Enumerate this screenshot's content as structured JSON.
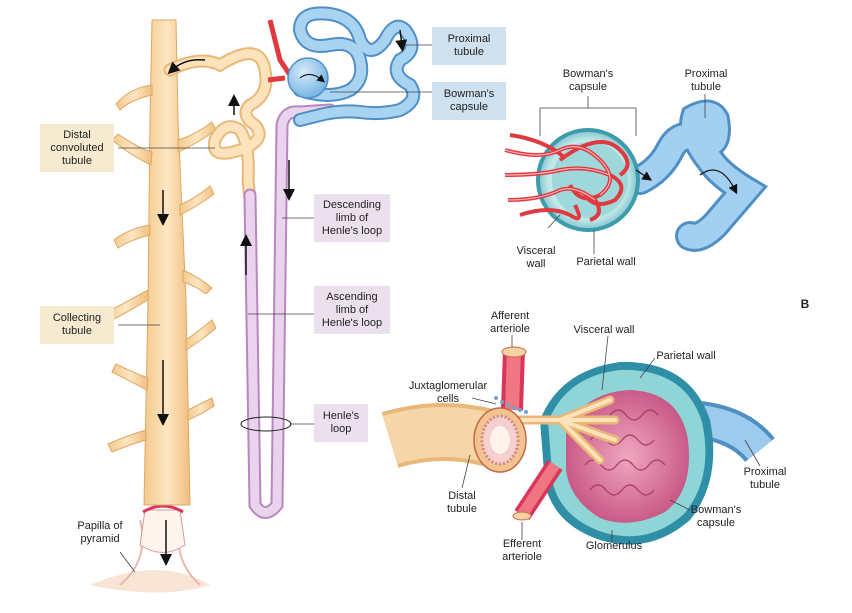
{
  "colors": {
    "collecting_fill": "#f9d9a7",
    "collecting_stroke": "#e0a760",
    "henle_fill": "#e3c7e6",
    "henle_stroke": "#b987bf",
    "proximal_fill": "#8fc3e8",
    "proximal_stroke": "#4f8fc4",
    "artery_red": "#e0393f",
    "capsule_teal": "#7fcfd2",
    "glomerulus_pink": "#d8678f",
    "label_box_tan": "#f6ead0",
    "label_box_blue": "#cfe0ee",
    "label_box_lavender": "#ebe1ee"
  },
  "labels": {
    "proximal_tubule_box": "Proximal\ntubule",
    "bowmans_capsule_box": "Bowman's\ncapsule",
    "distal_convoluted_tubule": "Distal\nconvoluted\ntubule",
    "descending_limb": "Descending\nlimb of\nHenle's loop",
    "ascending_limb": "Ascending\nlimb of\nHenle's loop",
    "collecting_tubule": "Collecting\ntubule",
    "henles_loop": "Henle's\nloop",
    "papilla_of_pyramid": "Papilla of\npyramid",
    "top_right": {
      "bowmans_capsule": "Bowman's\ncapsule",
      "proximal_tubule": "Proximal\ntubule",
      "visceral_wall": "Visceral\nwall",
      "parietal_wall": "Parietal wall"
    },
    "panel_b": "B",
    "bottom_right": {
      "afferent_arteriole": "Afferent\narteriole",
      "visceral_wall": "Visceral wall",
      "parietal_wall": "Parietal wall",
      "juxtaglomerular_cells": "Juxtaglomerular\ncells",
      "distal_tubule": "Distal\ntubule",
      "efferent_arteriole": "Efferent\narteriole",
      "glomerulus": "Glomerulus",
      "bowmans_capsule": "Bowman's\ncapsule",
      "proximal_tubule": "Proximal\ntubule"
    }
  }
}
